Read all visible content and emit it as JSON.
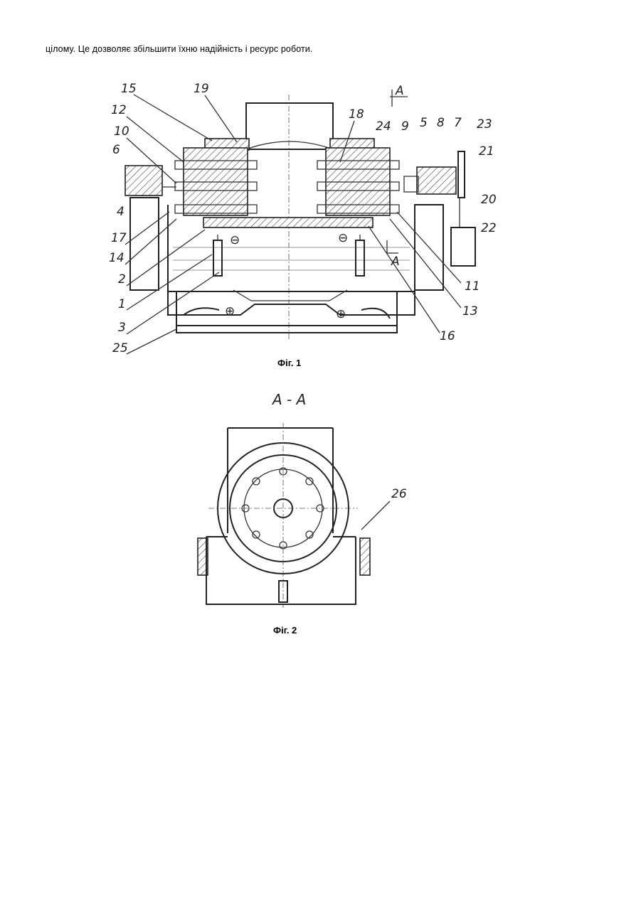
{
  "intro_text": "цілому. Це дозволяє збільшити їхню надійність і ресурс роботи.",
  "figure1": {
    "caption": "Фіг. 1",
    "section_marks": [
      "A",
      "A"
    ],
    "polarity": [
      "⊖",
      "⊖",
      "⊕",
      "⊕"
    ],
    "labels_left": [
      "15",
      "12",
      "10",
      "6",
      "4",
      "17",
      "14",
      "2",
      "1",
      "3",
      "25"
    ],
    "labels_top": [
      "19",
      "18",
      "24",
      "9",
      "5",
      "8",
      "7",
      "23",
      "21",
      "20"
    ],
    "labels_right": [
      "22",
      "11",
      "13",
      "16"
    ]
  },
  "figure2": {
    "caption": "Фіг. 2",
    "section_title": "А - А",
    "label": "26"
  }
}
